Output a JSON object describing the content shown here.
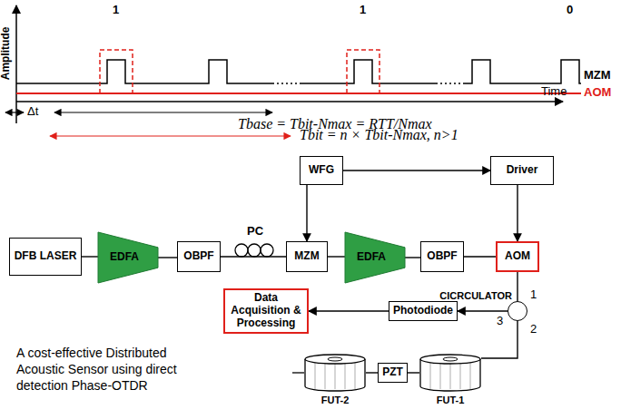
{
  "diagram": {
    "nodes": [
      {
        "text": [
          "WFG"
        ]
      },
      {
        "text": [
          "Driver"
        ]
      },
      {
        "text": [
          "DFB LASER"
        ]
      },
      {
        "text": [
          "EDFA"
        ]
      },
      {
        "text": [
          "OBPF"
        ]
      },
      {
        "text": [
          "MZM"
        ]
      },
      {
        "text": [
          "EDFA"
        ]
      },
      {
        "text": [
          "OBPF"
        ]
      },
      {
        "text": [
          "AOM"
        ]
      },
      {
        "text": [
          "CICRCULATOR"
        ]
      },
      {
        "text": [
          "Photodiode"
        ]
      },
      {
        "text": [
          "Data Acquisition & Processing"
        ]
      },
      {
        "text": [
          "PZT"
        ]
      },
      {
        "text": [
          "FUT-1"
        ]
      },
      {
        "text": [
          "FUT-2"
        ]
      }
    ],
    "edges": [
      {
        "from": 2,
        "to": 3,
        "arrow": "none"
      },
      {
        "from": 3,
        "to": 4,
        "arrow": "none"
      },
      {
        "from": 4,
        "to": 5,
        "arrow": "none"
      },
      {
        "from": 5,
        "to": 6,
        "arrow": "none"
      },
      {
        "from": 6,
        "to": 7,
        "arrow": "none"
      },
      {
        "from": 7,
        "to": 8,
        "arrow": "none"
      },
      {
        "from": 0,
        "to": 5,
        "arrow": "to"
      },
      {
        "from": 0,
        "to": 1,
        "arrow": "to"
      },
      {
        "from": 1,
        "to": 8,
        "arrow": "to"
      },
      {
        "from": 8,
        "to": 9,
        "arrow": "none"
      },
      {
        "from": 9,
        "to": 10,
        "arrow": "to"
      },
      {
        "from": 10,
        "to": 11,
        "arrow": "to"
      },
      {
        "from": 9,
        "to": 13,
        "arrow": "none"
      },
      {
        "from": 13,
        "to": 12,
        "arrow": "none"
      },
      {
        "from": 12,
        "to": 14,
        "arrow": "none"
      }
    ],
    "labels": [
      "Amplitude",
      "1",
      "1",
      "0",
      "MZM",
      "AOM",
      "Δt",
      "Time",
      "Tbase = Tbit-Nmax = RTT/Nmax",
      "Tbit = n × Tbit-Nmax, n>1",
      "PC",
      "1",
      "2",
      "3",
      "A cost-effective Distributed Acoustic Sensor using direct detection Phase-OTDR"
    ]
  }
}
